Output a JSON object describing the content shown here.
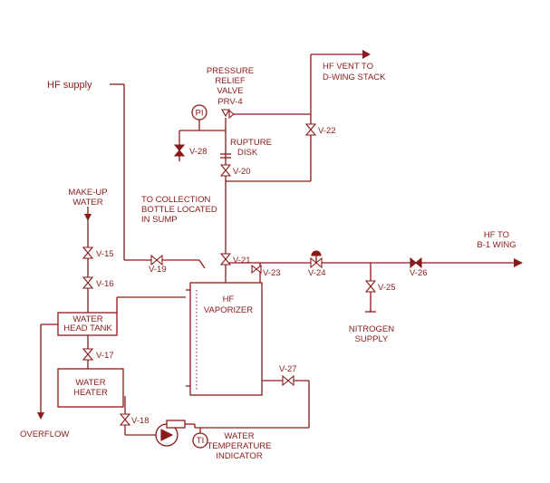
{
  "labels": {
    "hf_supply": "HF supply",
    "prv_line1": "PRESSURE",
    "prv_line2": "RELIEF",
    "prv_line3": "VALVE",
    "prv_tag": "PRV-4",
    "vent_line1": "HF VENT TO",
    "vent_line2": "D-WING STACK",
    "rupture_line1": "RUPTURE",
    "rupture_line2": "DISK",
    "pi": "PI",
    "ti": "TI",
    "makeup_line1": "MAKE-UP",
    "makeup_line2": "WATER",
    "collection_line1": "TO COLLECTION",
    "collection_line2": "BOTTLE LOCATED",
    "collection_line3": "IN SUMP",
    "hf_to_line1": "HF TO",
    "hf_to_line2": "B-1 WING",
    "vaporizer_line1": "HF",
    "vaporizer_line2": "VAPORIZER",
    "head_tank_line1": "WATER",
    "head_tank_line2": "HEAD TANK",
    "heater_line1": "WATER",
    "heater_line2": "HEATER",
    "nitrogen_line1": "NITROGEN",
    "nitrogen_line2": "SUPPLY",
    "overflow": "OVERFLOW",
    "temp_line1": "WATER",
    "temp_line2": "TEMPERATURE",
    "temp_line3": "INDICATOR"
  },
  "valves": {
    "v15": "V-15",
    "v16": "V-16",
    "v17": "V-17",
    "v18": "V-18",
    "v19": "V-19",
    "v20": "V-20",
    "v21": "V-21",
    "v22": "V-22",
    "v23": "V-23",
    "v24": "V-24",
    "v25": "V-25",
    "v26": "V-26",
    "v27": "V-27",
    "v28": "V-28"
  },
  "colors": {
    "line": "#8b1a1a",
    "background": "#ffffff"
  }
}
